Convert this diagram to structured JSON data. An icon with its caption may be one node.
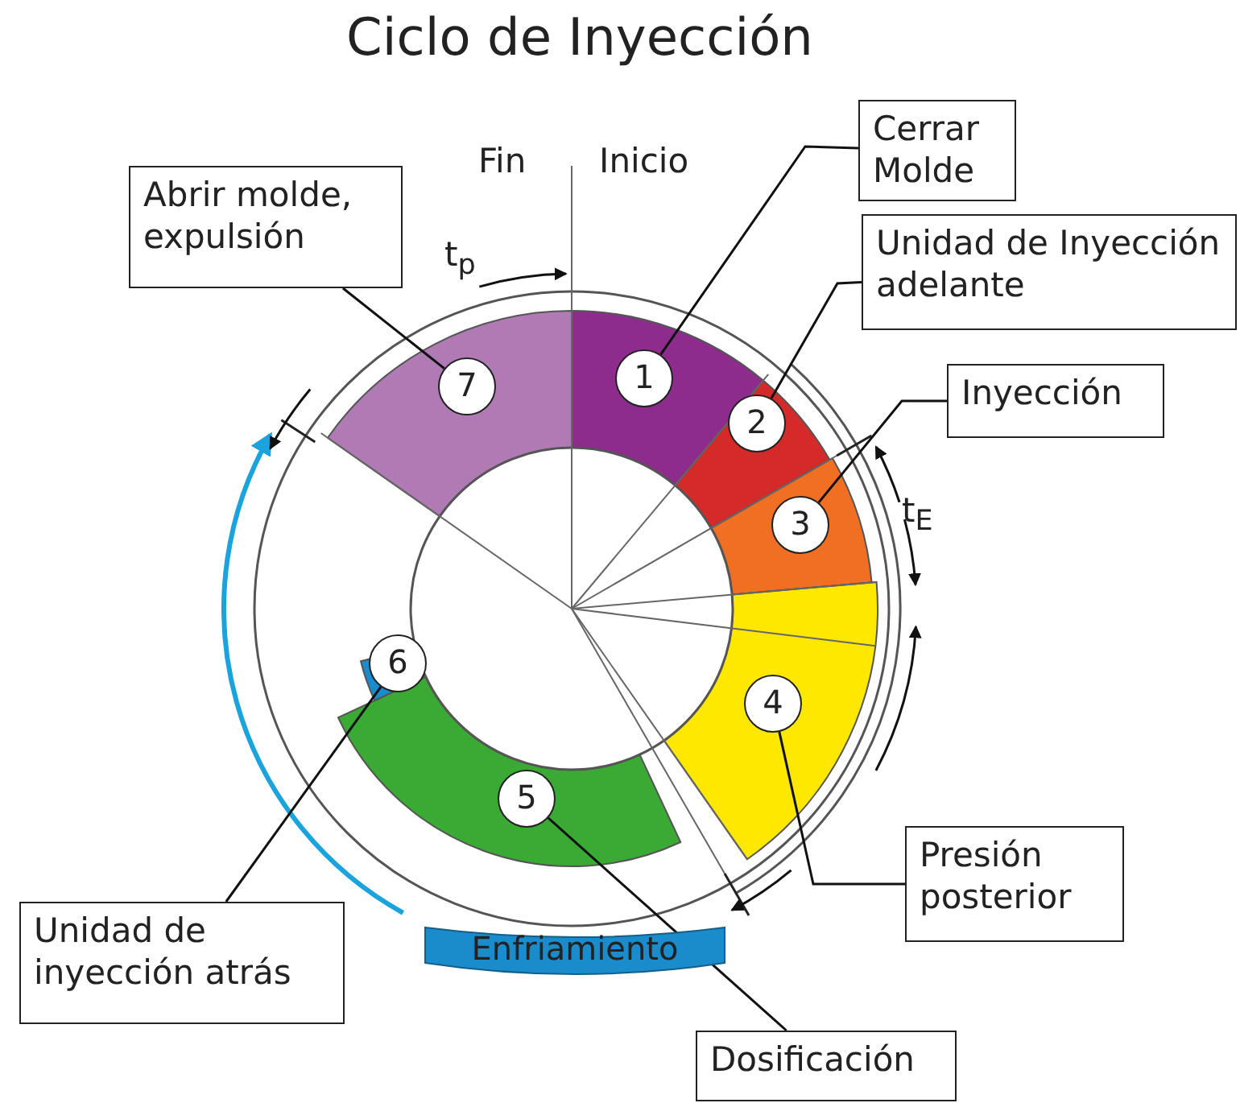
{
  "diagram": {
    "title": "Ciclo de Inyección",
    "nodes": [
      {
        "text": [
          "Cerrar Molde"
        ]
      },
      {
        "text": [
          "Abrir molde, expulsión"
        ]
      },
      {
        "text": [
          "Unidad de Inyección adelante"
        ]
      },
      {
        "text": [
          "7"
        ]
      },
      {
        "text": [
          "1"
        ]
      },
      {
        "text": [
          "Inyección"
        ]
      },
      {
        "text": [
          "2"
        ]
      },
      {
        "text": [
          "3"
        ]
      },
      {
        "text": [
          "6"
        ]
      },
      {
        "text": [
          "4"
        ]
      },
      {
        "text": [
          "5"
        ]
      },
      {
        "text": [
          "Presión posterior"
        ]
      },
      {
        "text": [
          "Unidad de inyección atrás"
        ]
      },
      {
        "text": [
          "Enfriamiento"
        ]
      },
      {
        "text": [
          "Dosificación"
        ]
      }
    ],
    "edges": [
      {
        "from": 0,
        "to": 4,
        "arrow": "none"
      },
      {
        "from": 1,
        "to": 3,
        "arrow": "none"
      },
      {
        "from": 2,
        "to": 6,
        "arrow": "none"
      },
      {
        "from": 5,
        "to": 7,
        "arrow": "none"
      },
      {
        "from": 11,
        "to": 9,
        "arrow": "none"
      },
      {
        "from": 14,
        "to": 10,
        "arrow": "none"
      },
      {
        "from": 12,
        "to": 8,
        "arrow": "none"
      }
    ],
    "labels": [
      "Fin",
      "Inicio",
      "t$_{p}$",
      "t$_{E}$"
    ]
  }
}
